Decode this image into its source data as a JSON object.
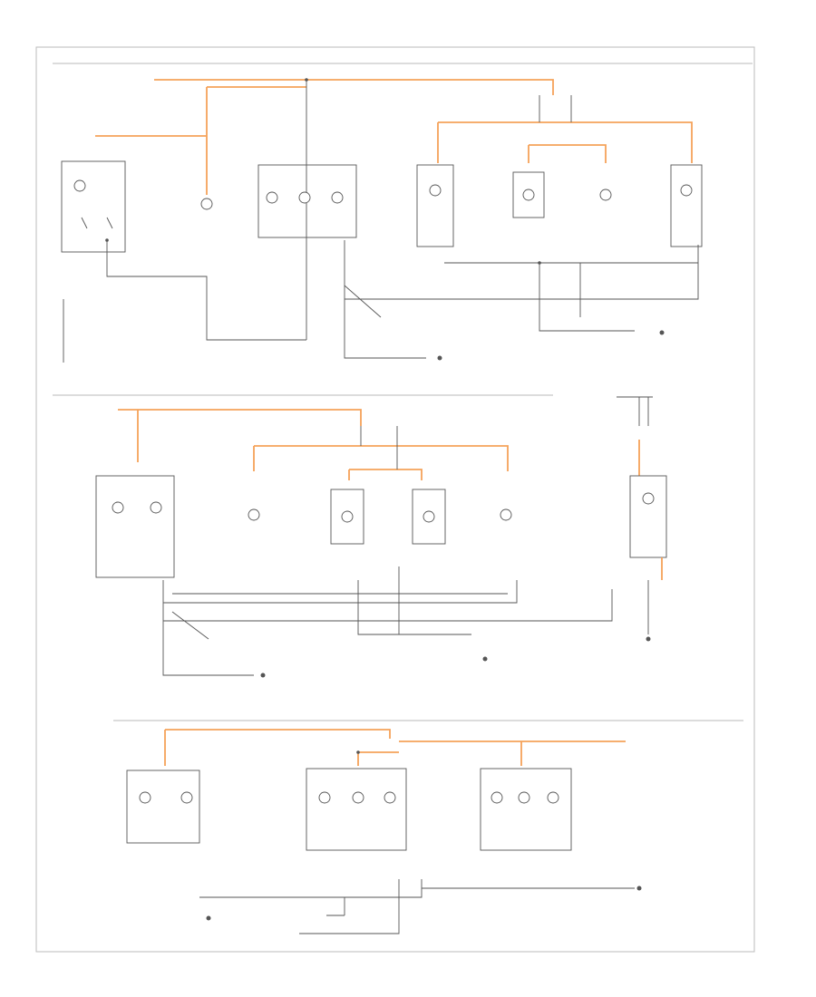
{
  "diagram": {
    "title": "",
    "sections": [
      {
        "id": "top",
        "heading": ""
      },
      {
        "id": "middle",
        "heading": ""
      },
      {
        "id": "bottom",
        "heading": ""
      }
    ],
    "colors": {
      "power_wire": "#f5a25a",
      "ground_wire": "#555555",
      "frame": "#bbbbbb"
    },
    "icons": [
      "lamp-icon",
      "ground-icon",
      "switch-icon",
      "splice-icon"
    ]
  }
}
